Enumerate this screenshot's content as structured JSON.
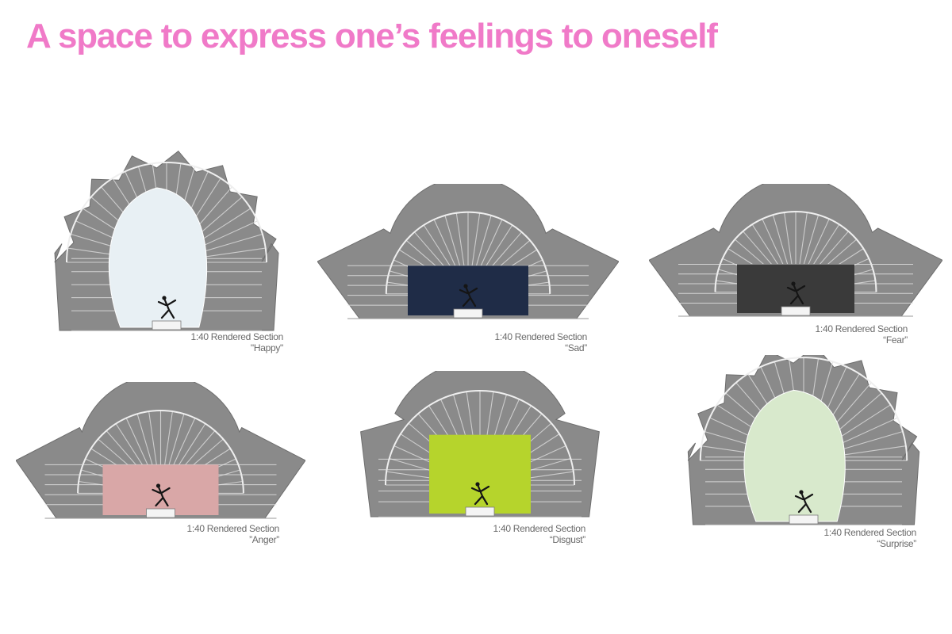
{
  "title": "A space to express one’s feelings to oneself",
  "colors": {
    "title": "#f07ac8",
    "shell": "#8a8a8a",
    "shell_dark": "#6e6e6e",
    "caption": "#6a6a6a"
  },
  "sections": [
    {
      "id": "happy",
      "caption_line1": "1:40 Rendered Section",
      "caption_line2": "\"Happy\"",
      "interior_color": "#e8f0f4"
    },
    {
      "id": "sad",
      "caption_line1": "1:40 Rendered Section",
      "caption_line2": "“Sad”",
      "interior_color": "#1f2c47"
    },
    {
      "id": "fear",
      "caption_line1": "1:40 Rendered Section",
      "caption_line2": "“Fear”",
      "interior_color": "#3a3a3a"
    },
    {
      "id": "anger",
      "caption_line1": "1:40 Rendered Section",
      "caption_line2": "”Anger”",
      "interior_color": "#d9a7a7"
    },
    {
      "id": "disgust",
      "caption_line1": "1:40 Rendered Section",
      "caption_line2": "“Disgust”",
      "interior_color": "#b6d42c"
    },
    {
      "id": "surprise",
      "caption_line1": "1:40 Rendered Section",
      "caption_line2": "“Surprise”",
      "interior_color": "#d8e9cc"
    }
  ]
}
